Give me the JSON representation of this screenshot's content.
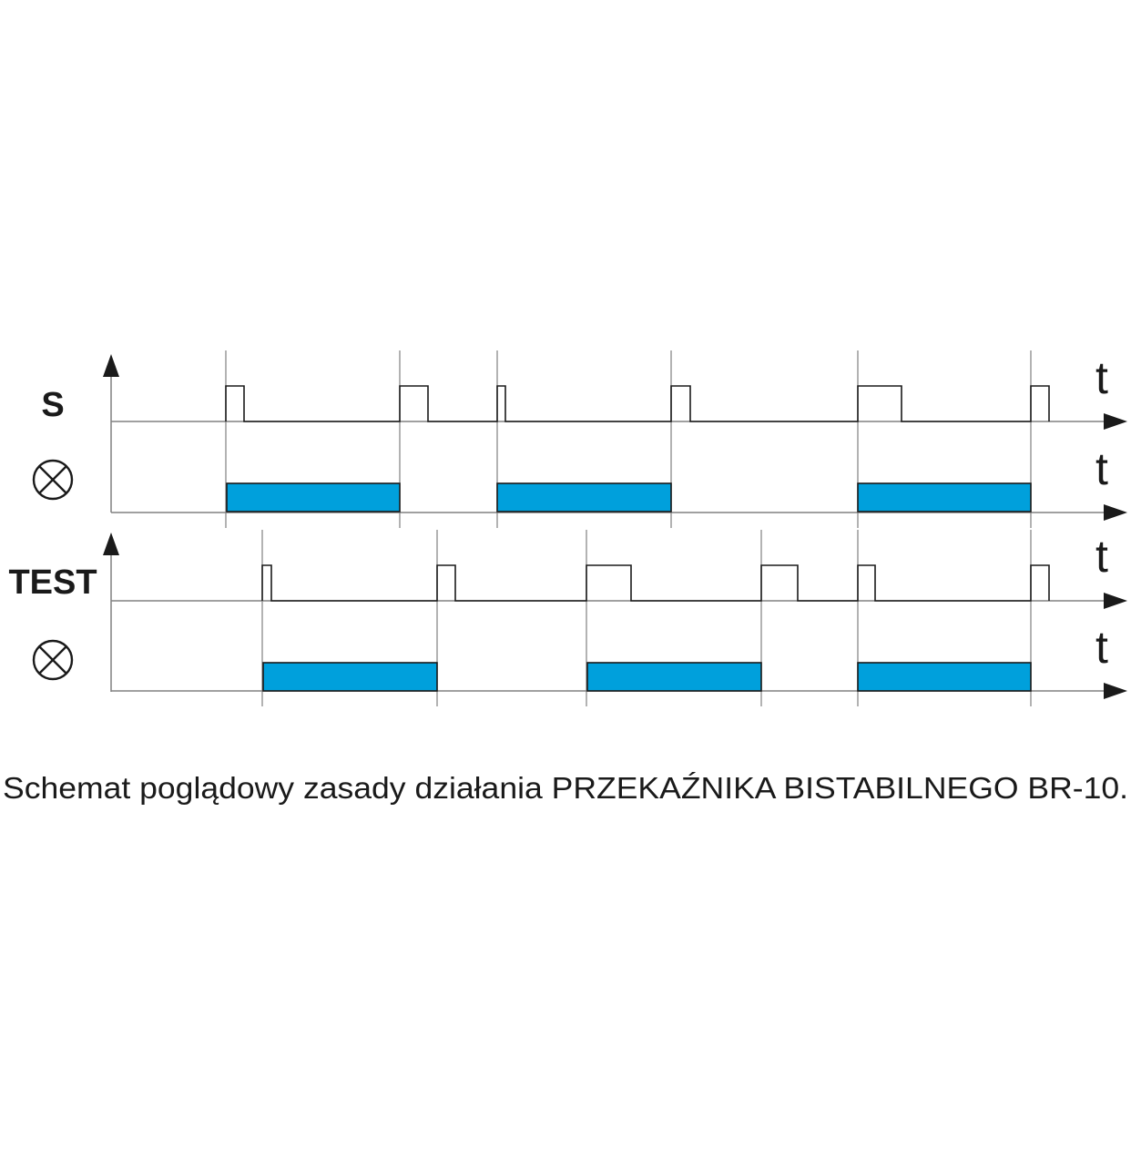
{
  "labels": {
    "s": "S",
    "test": "TEST",
    "time_axis": "t"
  },
  "caption": "Schemat poglądowy zasady działania PRZEKAŹNIKA BISTABILNEGO BR-10.",
  "icons": {
    "lamp": "lamp-symbol-icon",
    "arrow": "arrowhead-icon"
  },
  "colors": {
    "relay_on": "#00a0dc",
    "line": "#1a1a1a",
    "guide": "#808080"
  }
}
